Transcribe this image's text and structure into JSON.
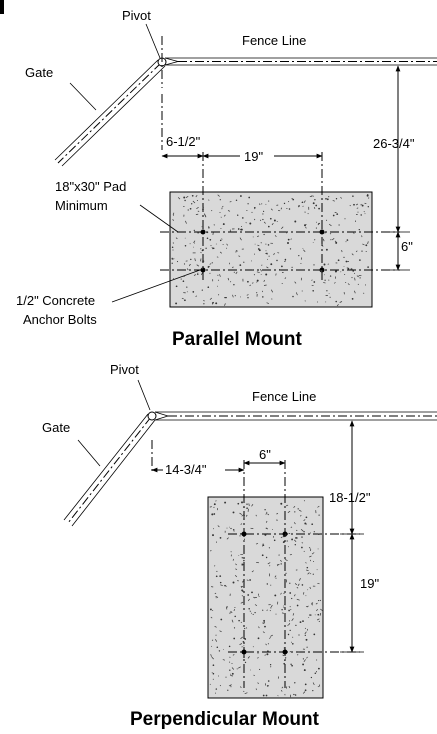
{
  "parallel": {
    "pivot": "Pivot",
    "fence_line": "Fence Line",
    "gate": "Gate",
    "dim_offset": "6-1/2\"",
    "dim_spacing": "19\"",
    "dim_depth": "26-3/4\"",
    "dim_bolt_gap": "6\"",
    "pad_label_line1": "18\"x30\" Pad",
    "pad_label_line2": "Minimum",
    "bolts_label_line1": "1/2\" Concrete",
    "bolts_label_line2": "Anchor Bolts",
    "title": "Parallel Mount"
  },
  "perpendicular": {
    "pivot": "Pivot",
    "fence_line": "Fence Line",
    "gate": "Gate",
    "dim_offset": "14-3/4\"",
    "dim_spacing": "6\"",
    "dim_depth": "18-1/2\"",
    "dim_bolt_gap": "19\"",
    "title": "Perpendicular Mount"
  },
  "colors": {
    "pad_fill": "#d9d9d9",
    "line": "#000000"
  }
}
